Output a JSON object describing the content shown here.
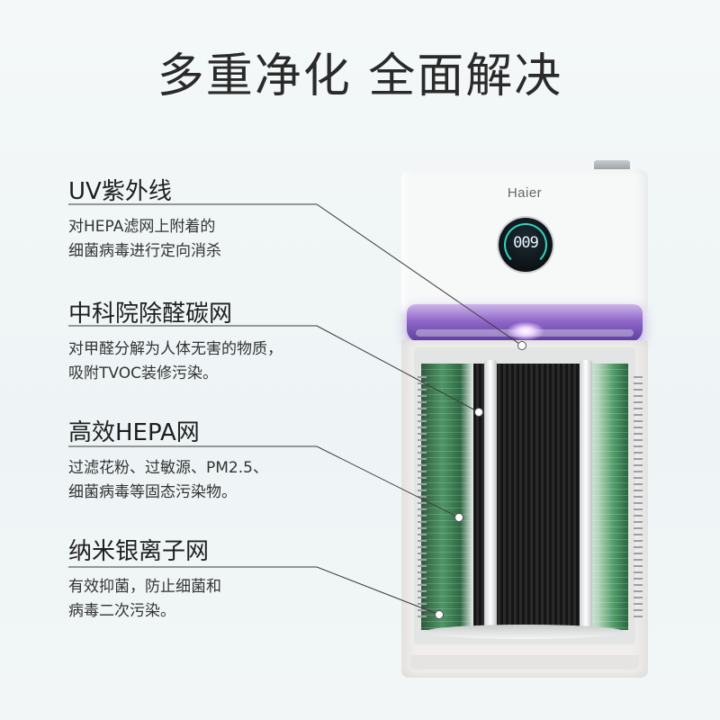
{
  "title": "多重净化 全面解决",
  "features": [
    {
      "title": "UV紫外线",
      "desc": [
        "对HEPA滤网上附着的",
        "细菌病毒进行定向消杀"
      ]
    },
    {
      "title": "中科院除醛碳网",
      "desc": [
        "对甲醛分解为人体无害的物质，",
        "吸附TVOC装修污染。"
      ]
    },
    {
      "title": "高效HEPA网",
      "desc": [
        "过滤花粉、过敏源、PM2.5、",
        "细菌病毒等固态污染物。"
      ]
    },
    {
      "title": "纳米银离子网",
      "desc": [
        "有效抑菌，防止细菌和",
        "病毒二次污染。"
      ]
    }
  ],
  "product": {
    "brand": "Haier",
    "display_value": "009"
  }
}
